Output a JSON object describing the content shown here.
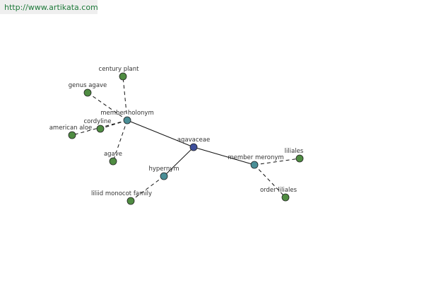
{
  "header": {
    "url": "http://www.artikata.com"
  },
  "colors": {
    "root": "#3d4e9a",
    "relation": "#4a8e96",
    "leaf": "#4f8c42",
    "stroke": "#222222",
    "edge": "#111111"
  },
  "nodes": [
    {
      "id": "agavaceae",
      "label": "agavaceae",
      "kind": "root"
    },
    {
      "id": "member_holonym",
      "label": "member holonym",
      "kind": "relation"
    },
    {
      "id": "member_meronym",
      "label": "member meronym",
      "kind": "relation"
    },
    {
      "id": "hypernym",
      "label": "hypernym",
      "kind": "relation"
    },
    {
      "id": "century_plant",
      "label": "century plant",
      "kind": "leaf"
    },
    {
      "id": "genus_agave",
      "label": "genus agave",
      "kind": "leaf"
    },
    {
      "id": "cordyline",
      "label": "cordyline",
      "kind": "leaf"
    },
    {
      "id": "american_aloe",
      "label": "american aloe",
      "kind": "leaf"
    },
    {
      "id": "agave",
      "label": "agave",
      "kind": "leaf"
    },
    {
      "id": "liliales",
      "label": "liliales",
      "kind": "leaf"
    },
    {
      "id": "order_liliales",
      "label": "order liliales",
      "kind": "leaf"
    },
    {
      "id": "liliid_monocot_family",
      "label": "liliid monocot family",
      "kind": "leaf"
    }
  ],
  "edges": [
    {
      "from": "agavaceae",
      "to": "member_holonym",
      "style": "solid"
    },
    {
      "from": "agavaceae",
      "to": "member_meronym",
      "style": "solid"
    },
    {
      "from": "agavaceae",
      "to": "hypernym",
      "style": "solid"
    },
    {
      "from": "member_holonym",
      "to": "century_plant",
      "style": "dashed"
    },
    {
      "from": "member_holonym",
      "to": "genus_agave",
      "style": "dashed"
    },
    {
      "from": "member_holonym",
      "to": "cordyline",
      "style": "dashed"
    },
    {
      "from": "member_holonym",
      "to": "american_aloe",
      "style": "dashed"
    },
    {
      "from": "member_holonym",
      "to": "agave",
      "style": "dashed"
    },
    {
      "from": "member_meronym",
      "to": "liliales",
      "style": "dashed"
    },
    {
      "from": "member_meronym",
      "to": "order_liliales",
      "style": "dashed"
    },
    {
      "from": "hypernym",
      "to": "liliid_monocot_family",
      "style": "dashed"
    }
  ]
}
